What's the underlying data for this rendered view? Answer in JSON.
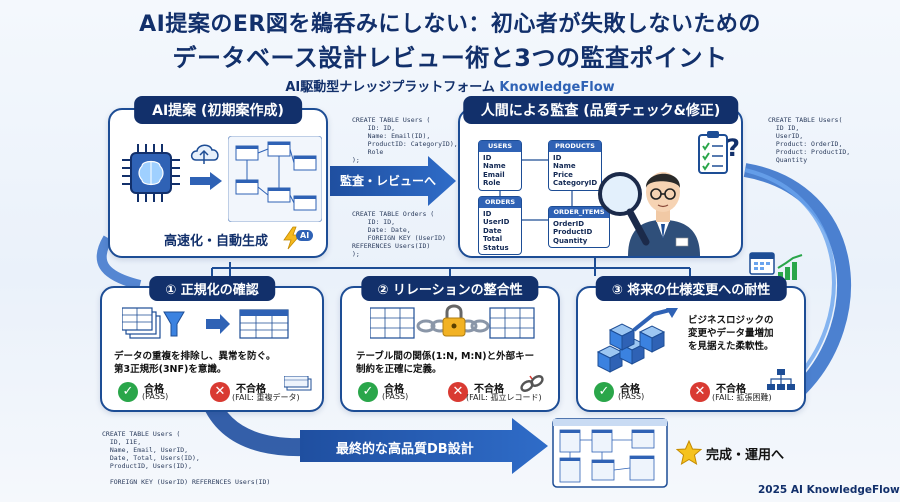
{
  "title_line1": "AI提案のER図を鵜呑みにしない：初心者が失敗しないための",
  "title_line2": "データベース設計レビュー術と3つの監査ポイント",
  "subtitle_prefix": "AI駆動型ナレッジプラットフォーム ",
  "subtitle_brand": "KnowledgeFlow",
  "ai_panel": {
    "header": "AI提案 (初期案作成)",
    "caption": "高速化・自動生成",
    "badge": "AI"
  },
  "code_users_top": "CREATE TABLE Users (\n    ID: ID,\n    Name: Email(ID),\n    ProductID: CategoryID),\n    Role\n);",
  "code_orders_top": "CREATE TABLE Orders (\n    ID: ID,\n    Date: Date,\n    FOREIGN KEY (UserID)\nREFERENCES Users(ID)\n);",
  "arrow_review": "監査・レビューへ",
  "human_panel": {
    "header": "人間による監査 (品質チェック&修正)",
    "tables": {
      "users": {
        "title": "USERS",
        "fields": [
          "ID",
          "Name",
          "Email",
          "Role"
        ]
      },
      "products": {
        "title": "PRODUCTS",
        "fields": [
          "ID",
          "Name",
          "Price",
          "CategoryID"
        ]
      },
      "orders": {
        "title": "ORDERS",
        "fields": [
          "ID",
          "UserID",
          "Date",
          "Total",
          "Status"
        ]
      },
      "order_items": {
        "title": "ORDER_ITEMS",
        "fields": [
          "OrderID",
          "ProductID",
          "Quantity"
        ]
      }
    }
  },
  "code_right": "CREATE TABLE Users(\n  ID ID,\n  UserID,\n  Product: OrderID,\n  Product: ProductID,\n  Quantity",
  "point1": {
    "header": "① 正規化の確認",
    "desc1": "データの重複を排除し、異常を防ぐ。",
    "desc2": "第3正規形(3NF)を意識。",
    "pass": "合格",
    "pass_sub": "(PASS)",
    "fail": "不合格",
    "fail_sub": "(FAIL: 重複データ)"
  },
  "point2": {
    "header": "② リレーションの整合性",
    "desc1": "テーブル間の関係(1:N, M:N)と外部キー",
    "desc2": "制約を正確に定義。",
    "pass": "合格",
    "pass_sub": "(PASS)",
    "fail": "不合格",
    "fail_sub": "(FAIL: 孤立レコード)"
  },
  "point3": {
    "header": "③ 将来の仕様変更への耐性",
    "desc1": "ビジネスロジックの",
    "desc2": "変更やデータ量増加",
    "desc3": "を見据えた柔軟性。",
    "pass": "合格",
    "pass_sub": "(PASS)",
    "fail": "不合格",
    "fail_sub": "(FAIL: 拡張困難)"
  },
  "code_bottom": "CREATE TABLE Users (\n  ID, I1E,\n  Name, Email, UserID,\n  Date, Total, Users(ID),\n  ProductID, Users(ID),\n\n  FOREIGN KEY (UserID) REFERENCES Users(ID)",
  "final_arrow": "最終的な高品質DB設計",
  "complete": "完成・運用へ",
  "footer": "2025 AI KnowledgeFlow",
  "colors": {
    "navy": "#12306b",
    "blue": "#1d4d95",
    "pass": "#2aa64a",
    "fail": "#d93a32"
  }
}
